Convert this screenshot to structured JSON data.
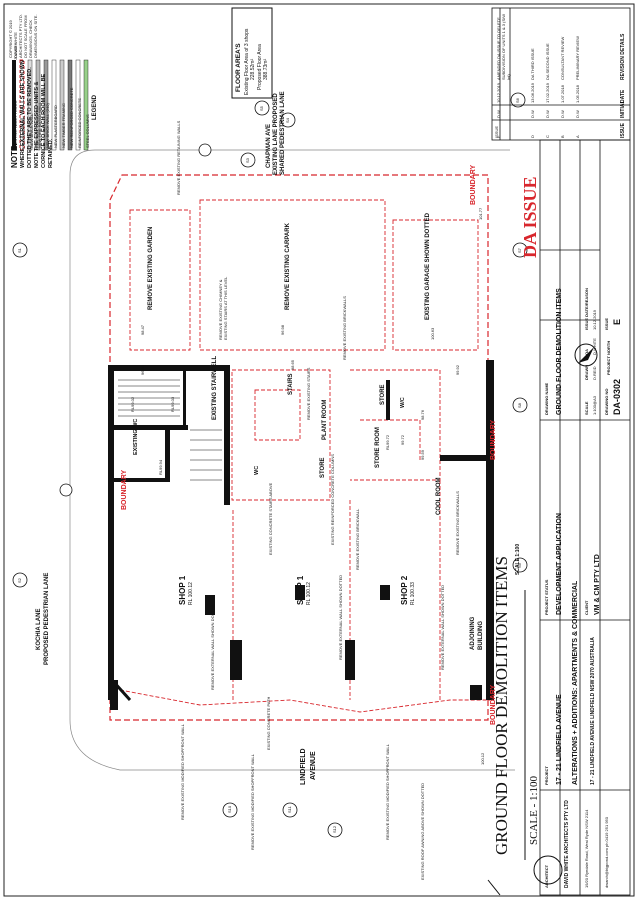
{
  "notes": {
    "heading": "NOTE:",
    "lines": [
      "WHERE EXTERNAL WALLS ARE SHOWN",
      "DOTTED THEY ARE TO BE REMOVED.",
      "NOTE THE EXPRESSED UNITS &",
      "CORNICE TO EACH ROOM WILL BE",
      "RETAINED."
    ],
    "disclaimer": "COPYRIGHT © 2019 DAVID WHITE ARCHITECTS PTY LTD. DO NOT SCALE FROM DRAWINGS. CHECK DIMENSIONS ON SITE."
  },
  "legend": {
    "title": "LEGEND",
    "items": [
      "EXISTING WALL / FLOOR",
      "DEMOLISH WALL",
      "NEW BRICK WALL",
      "NEW FIRE RATED WALL",
      "NEW BRICK WALL (240)",
      "NEW PLASTERBOARD",
      "NEW TIMBER FRAMING",
      "NEW REINFORCED CONCRETE",
      "REINFORCED CONCRETE",
      "STEEL COLUMNS",
      "JOINERY"
    ]
  },
  "floor_areas": {
    "title": "FLOOR AREA'S",
    "existing_label": "Existing Floor Area of 3 shops",
    "existing_value": "228.52m²",
    "proposed_label": "Proposed Floor Area",
    "proposed_value": "388.73m²"
  },
  "streets": {
    "top_line1": "CHAPMAN AVE",
    "top_line2": "EXISTING LANE PROPOSED",
    "top_line3": "SHARED PEDESTRIAN LANE",
    "left_line1": "KOCHIA LANE",
    "left_line2": "PROPOSED PEDESTRIAN LANE",
    "bottom_line1": "LINDFIELD",
    "bottom_line2": "AVENUE"
  },
  "rooms": {
    "garden": "REMOVE EXISTING GARDEN",
    "carpark": "REMOVE EXISTING CARPARK",
    "garage": "EXISTING GARAGE SHOWN DOTTED",
    "stairwell": "EXISTING STAIRWELL",
    "wc1": "EXISTING WC",
    "wc2": "WC",
    "wc3": "W/C",
    "plant": "PLANT ROOM",
    "store1": "STORE",
    "store2": "STORE",
    "store3": "STORE ROOM",
    "cool": "COOL ROOM",
    "stairs": "STAIRS",
    "shop1a": "SHOP 1",
    "shop1a_rl": "RL 100.12",
    "shop1b": "SHOP 1",
    "shop1b_rl": "RL 100.12",
    "shop2": "SHOP 2",
    "shop2_rl": "RL 100.33",
    "adjoining1": "ADJOINING",
    "adjoining2": "BUILDING"
  },
  "annotations": {
    "a1": "REMOVE EXISTING RETAINING WALLS",
    "a2": "REMOVE EXISTING CHIMNEY & EXISTING STAIRS AT THIS LEVEL",
    "a3": "REMOVE EXISTING BRICKWALLS",
    "a4": "REMOVE EXISTING STAIRS",
    "a5": "EXISTING CONCRETE STAIRS ABOVE",
    "a6": "EXISTING REINFORCED CONCRETE COLUMNS",
    "a7": "REMOVE EXISTING BRICKWALL",
    "a8": "REMOVE EXTERNAL WALL SHOWN DOTTED",
    "a9": "REMOVE EXISTING BRICKWALLS",
    "a10": "REMOVE EXTERNAL WALL SHOWN DOTTED",
    "a11": "REMOVE EXTERNAL WALL SHOWN DOTTED",
    "a12": "REMOVE EXISTING MODIFIED SHOPFRONT WALL",
    "a13": "REMOVE EXISTING MODIFIED SHOPFRONT WALL",
    "a14": "REMOVE EXISTING MODIFIED SHOPFRONT WALL",
    "a15": "EXISTING ROOF AWNING ABOVE SHOWN DOTTED",
    "a16": "EXISTING CONCRETE PATH"
  },
  "levels": [
    "96.51",
    "98.47",
    "96.98",
    "98.65",
    "99.92",
    "100.63",
    "101.77",
    "98.76",
    "99.72",
    "99.59",
    "100.12",
    "RL99.94",
    "RL99.72",
    "RL99.03",
    "RL99.02"
  ],
  "boundary_label": "BOUNDARY",
  "scale_small": "SCALE 1:100",
  "plan_title": "GROUND FLOOR DEMOLITION ITEMS",
  "plan_scale": "SCALE - 1:100",
  "da_issue": "DA ISSUE",
  "title_block": {
    "architect_head": "ARCHITECT",
    "architect_name": "DAVID WHITE ARCHITECTS PTY LTD",
    "architect_addr": "19/20 Ryedale Road, West Ryde NSW 2114",
    "architect_contact": "dwarch@bigpond.com  ph 0419 251 950",
    "project_head": "PROJECT",
    "project_line1": "17 - 21 LINDFIELD AVENUE",
    "project_line2": "ALTERATIONS + ADDITIONS: APARTMENTS & COMMERCIAL",
    "project_line3": "17 - 21 LINDFIELD AVENUE LINDFIELD NSW 2070 AUSTRALIA",
    "proj_status_head": "PROJECT STATUS",
    "proj_status": "DEVELOPMENT APPLICATION",
    "client_head": "CLIENT",
    "client": "VM & CM PTY LTD",
    "drawing_head": "DRAWING NAME",
    "drawing_name": "GROUND FLOOR DEMOLITION ITEMS",
    "scale_head": "SCALE",
    "scale": "1:100@A3",
    "drawn_head": "DRAWN",
    "drawn": "D.REID",
    "qa_head": "QA",
    "qa": "D.WHITE",
    "issue_date_head": "ISSUE DATE/REASON",
    "issue_date": "10.12.2019",
    "drawing_no_head": "DRAWING NO",
    "drawing_no": "DA-0302",
    "issue_head": "ISSUE",
    "issue": "E",
    "project_north": "PROJECT NORTH"
  },
  "revisions": {
    "headers": [
      "ISSUE",
      "INITIAL",
      "DATE",
      "REVISION DETAILS"
    ],
    "rows": [
      [
        "E",
        "D.W",
        "10.12.2019",
        "AMENDED DA ISSUE TO DELETE SUBDIVISION OF UNITS 1 & 3 (S/W Int)"
      ],
      [
        "D",
        "D.W",
        "13.06.2019",
        "DA THIRD ISSUE"
      ],
      [
        "C",
        "D.W",
        "17.02.2019",
        "DA SECOND ISSUE"
      ],
      [
        "B",
        "D.W",
        "1.07.2018",
        "CONSULTANT REVIEW"
      ],
      [
        "A",
        "D.W",
        "1.05.2018",
        "PRELIMINARY REVIEW"
      ]
    ]
  },
  "sections": [
    "S1",
    "S2",
    "S3",
    "S4",
    "S5",
    "S6",
    "S7",
    "S8",
    "S9",
    "S10",
    "S11",
    "S12"
  ]
}
